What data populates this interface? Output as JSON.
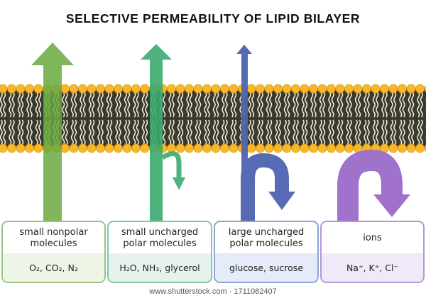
{
  "title": "SELECTIVE PERMEABILITY OF LIPID BILAYER",
  "colors": {
    "head_fill": "#f6b82a",
    "head_stroke": "#e09a12",
    "tail": "#f4f0e0",
    "bilayer_bg": "#3a3a2c",
    "arrow_nonpolar": "#6aaa3f",
    "arrow_small_polar": "#3aaa6d",
    "arrow_large_polar": "#4f64b2",
    "arrow_ions": "#9a6ac9"
  },
  "categories": [
    {
      "label": "small nonpolar molecules",
      "example": "O₂, CO₂, N₂"
    },
    {
      "label": "small uncharged polar molecules",
      "example": "H₂O, NH₃, glycerol"
    },
    {
      "label": "large uncharged polar molecules",
      "example": "glucose, sucrose"
    },
    {
      "label": "ions",
      "example": "Na⁺, K⁺, Cl⁻"
    }
  ],
  "footer": "www.shutterstock.com · 1711082407"
}
